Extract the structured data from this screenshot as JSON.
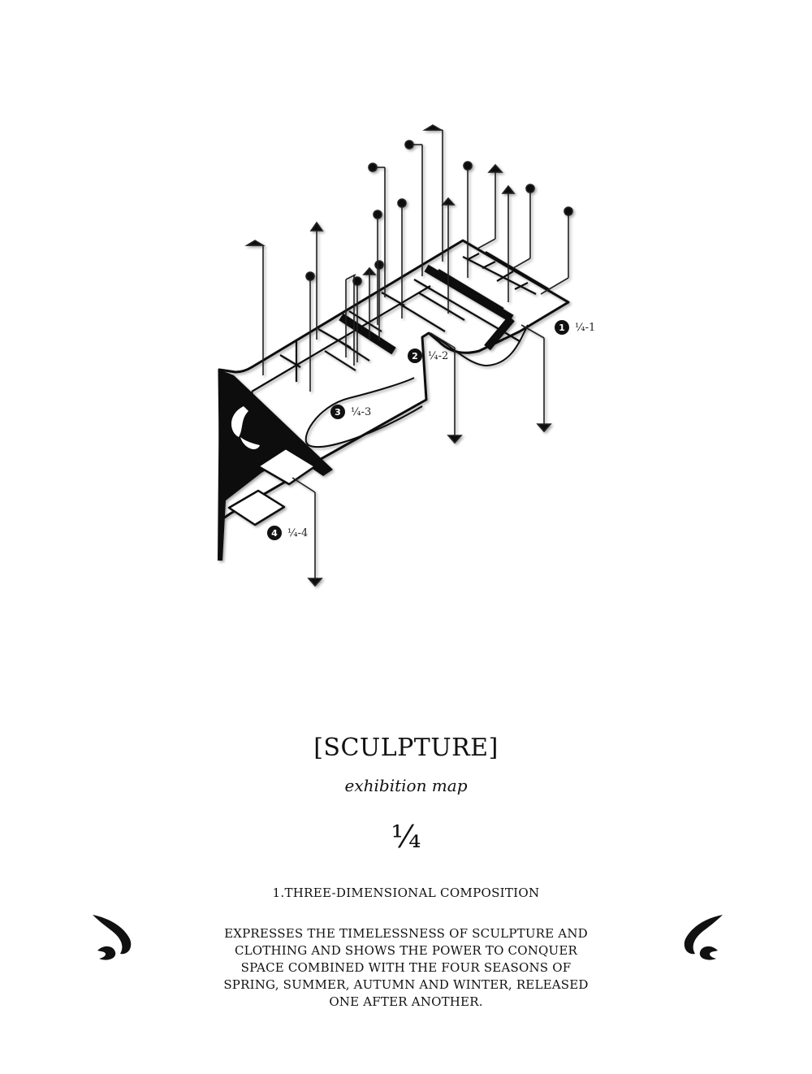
{
  "title": "[SCULPTURE]",
  "subtitle": "exhibition map",
  "fraction": "¼",
  "section_heading": "1.THREE-DIMENSIONAL COMPOSITION",
  "description": "EXPRESSES THE TIMELESSNESS OF SCULPTURE AND CLOTHING AND SHOWS THE POWER TO CONQUER SPACE COMBINED WITH THE FOUR SEASONS OF SPRING, SUMMER, AUTUMN AND WINTER, RELEASED ONE AFTER ANOTHER.",
  "markers": [
    {
      "number": "1",
      "label": "¼-1"
    },
    {
      "number": "2",
      "label": "¼-2"
    },
    {
      "number": "3",
      "label": "¼-3"
    },
    {
      "number": "4",
      "label": "¼-4"
    }
  ],
  "ornament_icon": "swirl-leaf-icon"
}
